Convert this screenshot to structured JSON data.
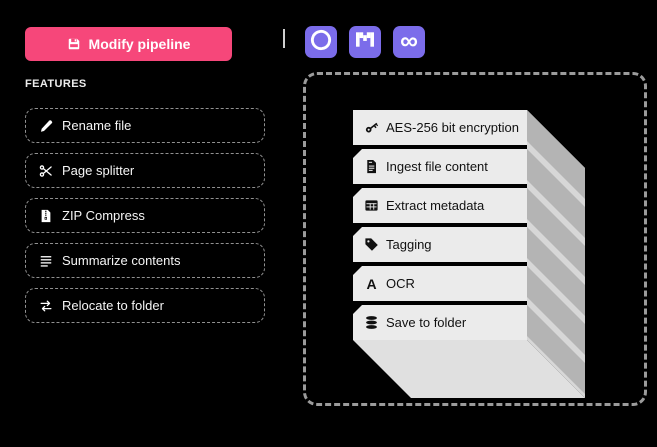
{
  "header": {
    "modify_button": {
      "label": "Modify pipeline",
      "icon": "save-icon"
    },
    "providers": [
      {
        "name": "openai",
        "icon": "openai-icon"
      },
      {
        "name": "mistral",
        "icon": "mistral-m-icon"
      },
      {
        "name": "meta",
        "icon": "meta-infinity-icon",
        "glyph": "∞"
      }
    ]
  },
  "features": {
    "heading": "FEATURES",
    "items": [
      {
        "label": "Rename file",
        "icon": "pencil-icon"
      },
      {
        "label": "Page splitter",
        "icon": "scissors-icon"
      },
      {
        "label": "ZIP Compress",
        "icon": "zip-file-icon"
      },
      {
        "label": "Summarize contents",
        "icon": "list-lines-icon"
      },
      {
        "label": "Relocate to folder",
        "icon": "move-arrows-icon"
      }
    ]
  },
  "pipeline": {
    "steps": [
      {
        "label": "AES-256 bit encryption",
        "icon": "key-icon"
      },
      {
        "label": "Ingest file content",
        "icon": "file-text-icon"
      },
      {
        "label": "Extract metadata",
        "icon": "table-icon"
      },
      {
        "label": "Tagging",
        "icon": "tag-icon"
      },
      {
        "label": "OCR",
        "icon": "letter-a-icon",
        "glyph": "A"
      },
      {
        "label": "Save to folder",
        "icon": "database-icon"
      }
    ]
  },
  "colors": {
    "background": "#000000",
    "accent_pink": "#f6477a",
    "provider_purple": "#7b6cea",
    "card_front": "#ebebeb",
    "card_side": "#b4b4b4",
    "side_gap": "#d7d7d7",
    "bottom_face": "#e0e0e0",
    "dropzone_border": "#9b9b9b"
  }
}
